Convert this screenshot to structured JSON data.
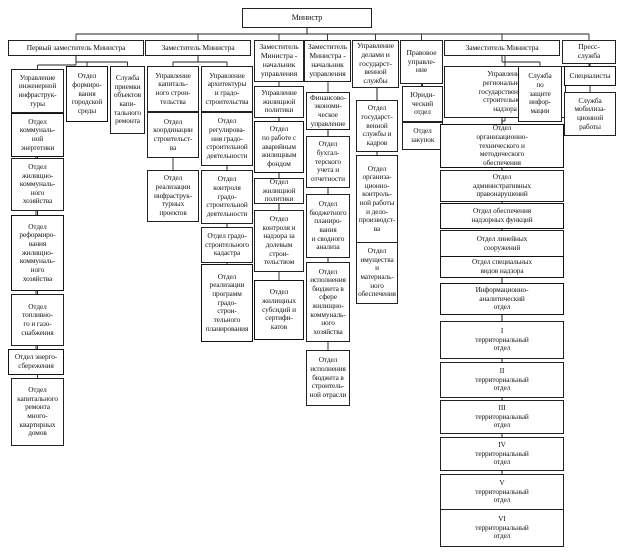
{
  "nodes": [
    {
      "id": "minister",
      "label": "Министр"
    },
    {
      "id": "first_deputy",
      "label": "Первый  заместитель Министра"
    },
    {
      "id": "deputy1",
      "label": "Заместитель Министра"
    },
    {
      "id": "deputy_head1",
      "label": "Заместитель\nМинистра -\nначальник\nуправления"
    },
    {
      "id": "deputy_head2",
      "label": "Заместитель\nМинистра -\nначальник\nуправления"
    },
    {
      "id": "affairs_mgmt",
      "label": "Управление\nделами и\nгосударст-\nвенной\nслужбы"
    },
    {
      "id": "legal_mgmt",
      "label": "Правовое\nуправле-\nние"
    },
    {
      "id": "deputy2",
      "label": "Заместитель Министра"
    },
    {
      "id": "press",
      "label": "Пресс-\nслужба"
    },
    {
      "id": "c1_1",
      "label": "Управление\nинженерной\nинфраструк-\nтуры"
    },
    {
      "id": "c1_2",
      "label": "Отдел\nкоммуналь-\nной\nэнергетики"
    },
    {
      "id": "c1_3",
      "label": "Отдел\nжилищно-\nкоммуналь-\nного\nхозяйства"
    },
    {
      "id": "c1_4",
      "label": "Отдел\nреформиро-\nвания\nжилищно-\nкоммуналь-\nного\nхозяйства"
    },
    {
      "id": "c1_5",
      "label": "Отдел\nтопливно-\nго и газо-\nснабжения"
    },
    {
      "id": "c1_6",
      "label": "Отдел энерго-\nсбережения"
    },
    {
      "id": "c1_7",
      "label": "Отдел\nкапитального\nремонта\nмного-\nквартирных\nдомов"
    },
    {
      "id": "c2_1",
      "label": "Отдел\nформиро-\nвания\nгородской\nсреды"
    },
    {
      "id": "c3_1",
      "label": "Служба\nприемки\nобъектов\nкапи-\nтального\nремонта"
    },
    {
      "id": "c4_1",
      "label": "Управление\nкапиталь-\nного строи-\nтельства"
    },
    {
      "id": "c4_2",
      "label": "Отдел\nкоординации\nстроительст-\nва"
    },
    {
      "id": "c4_3",
      "label": "Отдел\nреализации\nинфраструк-\nтурных\nпроектов"
    },
    {
      "id": "c5_1",
      "label": "Управление\nархитектуры\nи градо-\nстроительства"
    },
    {
      "id": "c5_2",
      "label": "Отдел\nрегулирова-\nния градо-\nстроительной\nдеятельности"
    },
    {
      "id": "c5_3",
      "label": "Отдел\nконтроля\nградо-\nстроительной\nдеятельности"
    },
    {
      "id": "c5_4",
      "label": "Отдел градо-\nстроительного\nкадастра"
    },
    {
      "id": "c5_5",
      "label": "Отдел\nреализации\nпрограмм\nградо-\nстрои-\nтельного\nпланирования"
    },
    {
      "id": "c6_1",
      "label": "Управление\nжилищной\nполитики"
    },
    {
      "id": "c6_2",
      "label": "Отдел\nпо работе с\nаварийным\nжилищным\nфондом"
    },
    {
      "id": "c6_3",
      "label": "Отдел\nжилищной\nполитики"
    },
    {
      "id": "c6_4",
      "label": "Отдел\nконтроля и\nнадзора за\nдолевым\nстрои-\nтельством"
    },
    {
      "id": "c6_5",
      "label": "Отдел\nжилищных\nсубсидий и\nсертифи-\nкатов"
    },
    {
      "id": "c7_1",
      "label": "Финансово-\nэкономи-\nческое\nуправление"
    },
    {
      "id": "c7_2",
      "label": "Отдел\nбухгал-\nтерского\nучета и\nотчетности"
    },
    {
      "id": "c7_3",
      "label": "Отдел\nбюджетного\nпланиро-\nвания\nи сводного\nанализа"
    },
    {
      "id": "c7_4",
      "label": "Отдел\nисполнения\nбюджета в\nсфере\nжилищно-\nкоммуналь-\nного\nхозяйства"
    },
    {
      "id": "c7_5",
      "label": "Отдел\nисполнения\nбюджета в\nстроитель-\nной отрасли"
    },
    {
      "id": "c8_1",
      "label": "Отдел\nгосударст-\nвенной\nслужбы и\nкадров"
    },
    {
      "id": "c8_2",
      "label": "Отдел\nорганиза-\nционно-\nконтроль-\nной работы\nи дело-\nпроизводст-\nва"
    },
    {
      "id": "c8_3",
      "label": "Отдел\nимущества и\nматериаль-\nного\nобеспечения"
    },
    {
      "id": "c9_1",
      "label": "Юриди-\nческий\nотдел"
    },
    {
      "id": "c9_2",
      "label": "Отдел\nзакупок"
    },
    {
      "id": "c10_1",
      "label": "Управление\nрегионального\nгосударственного\nстроительного\nнадзора"
    },
    {
      "id": "c10_2",
      "label": "Отдел\nорганизационно-\nтехнического и\nметодического\nобеспечения"
    },
    {
      "id": "c10_3",
      "label": "Отдел\nадминистративных\nправонарушений"
    },
    {
      "id": "c10_4",
      "label": "Отдел обеспечения\nнадзорных функций"
    },
    {
      "id": "c10_5",
      "label": "Отдел линейных\nсооружений"
    },
    {
      "id": "c10_6",
      "label": "Отдел специальных\nвидов надзора"
    },
    {
      "id": "c10_7",
      "label": "Информационно-\nаналитический\nотдел"
    },
    {
      "id": "c10_8",
      "label": "I\nтерриториальный\nотдел"
    },
    {
      "id": "c10_9",
      "label": "II\nтерриториальный\nотдел"
    },
    {
      "id": "c10_10",
      "label": "III\nтерриториальный\nотдел"
    },
    {
      "id": "c10_11",
      "label": "IV\nтерриториальный\nотдел"
    },
    {
      "id": "c10_12",
      "label": "V\nтерриториальный\nотдел"
    },
    {
      "id": "c10_13",
      "label": "VI\nтерриториальный\nотдел"
    },
    {
      "id": "c11_1",
      "label": "Служба\nпо\nзащите\nинфор-\nмации"
    },
    {
      "id": "c12_1",
      "label": "Специалисты"
    },
    {
      "id": "c12_2",
      "label": "Служба\nмобилиза-\nционной\nработы"
    }
  ],
  "edges": [
    [
      "minister",
      "first_deputy"
    ],
    [
      "minister",
      "deputy1"
    ],
    [
      "minister",
      "deputy_head1"
    ],
    [
      "minister",
      "deputy_head2"
    ],
    [
      "minister",
      "affairs_mgmt"
    ],
    [
      "minister",
      "legal_mgmt"
    ],
    [
      "minister",
      "deputy2"
    ],
    [
      "minister",
      "press"
    ],
    [
      "first_deputy",
      "c1_1"
    ],
    [
      "first_deputy",
      "c2_1"
    ],
    [
      "first_deputy",
      "c3_1"
    ],
    [
      "c1_1",
      "c1_2"
    ],
    [
      "c1_1",
      "c1_3"
    ],
    [
      "c1_1",
      "c1_4"
    ],
    [
      "c1_1",
      "c1_5"
    ],
    [
      "c1_1",
      "c1_6"
    ],
    [
      "c1_1",
      "c1_7"
    ],
    [
      "deputy1",
      "c4_1"
    ],
    [
      "deputy1",
      "c5_1"
    ],
    [
      "c4_1",
      "c4_2"
    ],
    [
      "c4_1",
      "c4_3"
    ],
    [
      "c5_1",
      "c5_2"
    ],
    [
      "c5_1",
      "c5_3"
    ],
    [
      "c5_1",
      "c5_4"
    ],
    [
      "c5_1",
      "c5_5"
    ],
    [
      "deputy_head1",
      "c6_1"
    ],
    [
      "c6_1",
      "c6_2"
    ],
    [
      "c6_1",
      "c6_3"
    ],
    [
      "c6_1",
      "c6_4"
    ],
    [
      "c6_1",
      "c6_5"
    ],
    [
      "deputy_head2",
      "c7_1"
    ],
    [
      "c7_1",
      "c7_2"
    ],
    [
      "c7_1",
      "c7_3"
    ],
    [
      "c7_1",
      "c7_4"
    ],
    [
      "c7_1",
      "c7_5"
    ],
    [
      "affairs_mgmt",
      "c8_1"
    ],
    [
      "affairs_mgmt",
      "c8_2"
    ],
    [
      "affairs_mgmt",
      "c8_3"
    ],
    [
      "legal_mgmt",
      "c9_1"
    ],
    [
      "legal_mgmt",
      "c9_2"
    ],
    [
      "deputy2",
      "c10_1"
    ],
    [
      "deputy2",
      "c11_1"
    ],
    [
      "c10_1",
      "c10_2"
    ],
    [
      "c10_1",
      "c10_3"
    ],
    [
      "c10_1",
      "c10_4"
    ],
    [
      "c10_1",
      "c10_5"
    ],
    [
      "c10_1",
      "c10_6"
    ],
    [
      "c10_1",
      "c10_7"
    ],
    [
      "c10_1",
      "c10_8"
    ],
    [
      "c10_1",
      "c10_9"
    ],
    [
      "c10_1",
      "c10_10"
    ],
    [
      "c10_1",
      "c10_11"
    ],
    [
      "c10_1",
      "c10_12"
    ],
    [
      "c10_1",
      "c10_13"
    ],
    [
      "press",
      "c12_1"
    ],
    [
      "press",
      "c12_2"
    ]
  ]
}
